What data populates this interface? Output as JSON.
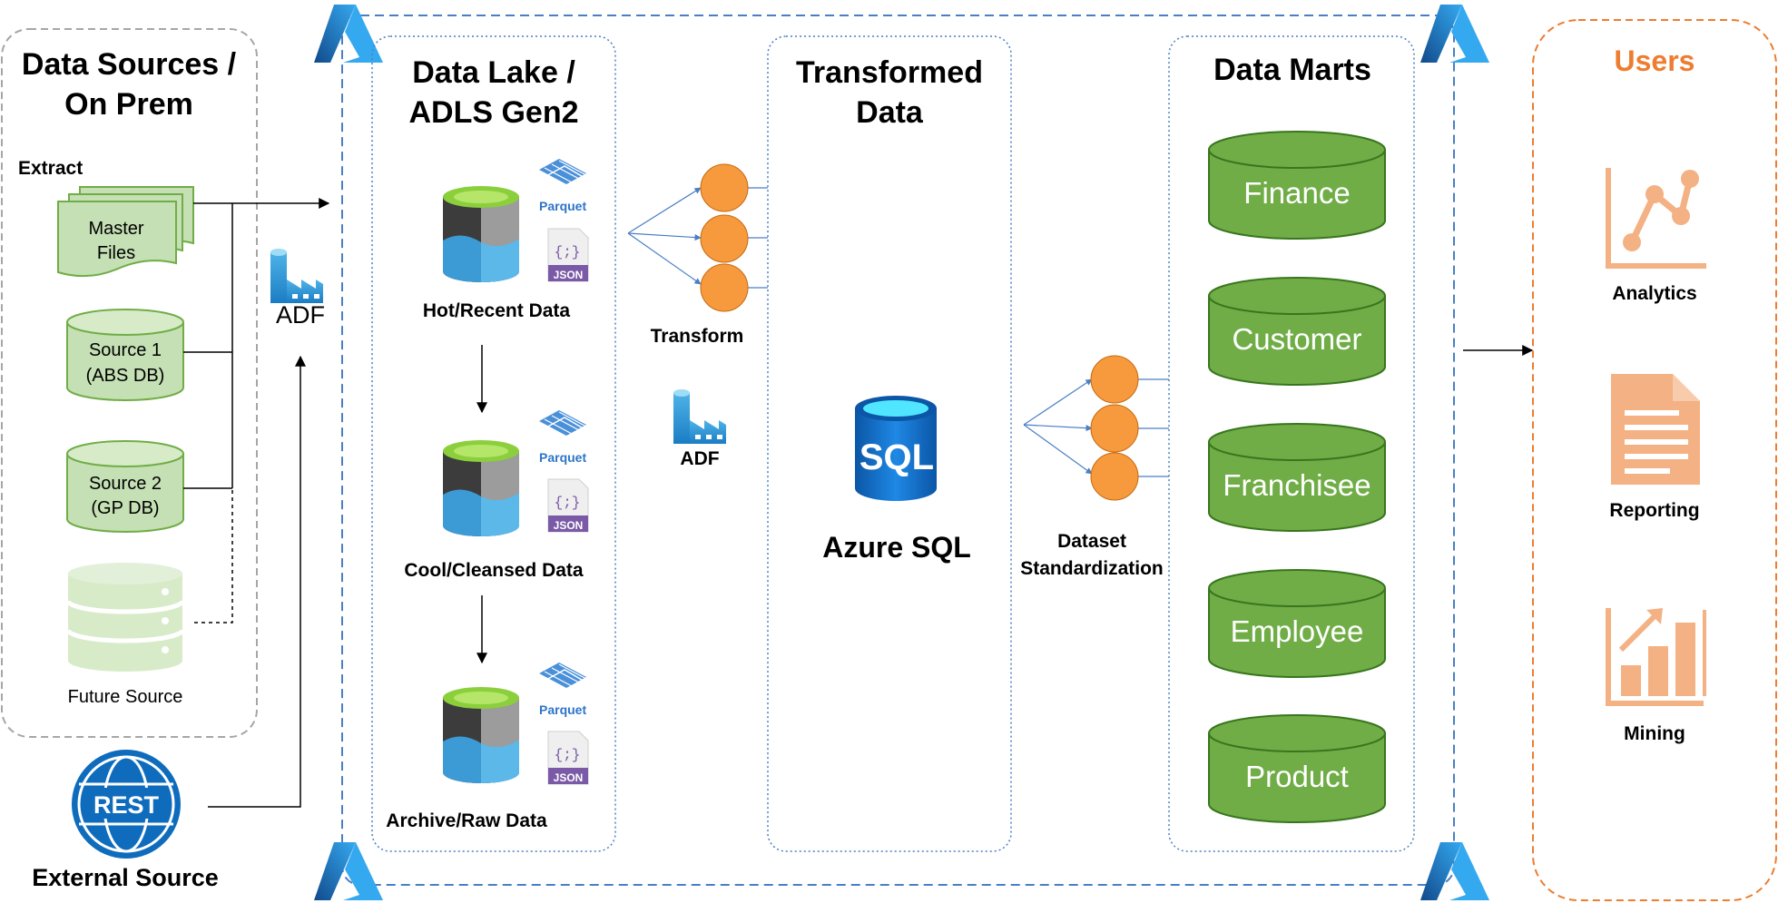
{
  "colors": {
    "azure_blue": "#0078d4",
    "orange": "#ed7d31",
    "user_icon": "#f4b183",
    "node_fill": "#f79a3e",
    "mart_green": "#70ad47",
    "source_green": "#c5e0b4",
    "source_border": "#70ad47",
    "panel_gray": "#a6a6a6"
  },
  "sources": {
    "title_line1": "Data Sources /",
    "title_line2": "On Prem",
    "extract_label": "Extract",
    "master_files_line1": "Master",
    "master_files_line2": "Files",
    "source1_line1": "Source 1",
    "source1_line2": "(ABS DB)",
    "source2_line1": "Source 2",
    "source2_line2": "(GP DB)",
    "future_label": "Future Source",
    "external_label": "External Source",
    "rest_label": "REST",
    "adf_label": "ADF"
  },
  "lake": {
    "title_line1": "Data Lake /",
    "title_line2": "ADLS Gen2",
    "tiers": [
      {
        "label": "Hot/Recent Data"
      },
      {
        "label": "Cool/Cleansed Data"
      },
      {
        "label": "Archive/Raw Data"
      }
    ],
    "parquet_label": "Parquet",
    "json_label": "JSON",
    "json_glyph": "{;}"
  },
  "transform": {
    "label": "Transform",
    "adf_label": "ADF"
  },
  "transformed": {
    "title_line1": "Transformed",
    "title_line2": "Data",
    "sql_badge": "SQL",
    "sql_label": "Azure SQL"
  },
  "standardization": {
    "line1": "Dataset",
    "line2": "Standardization"
  },
  "marts": {
    "title": "Data Marts",
    "items": [
      "Finance",
      "Customer",
      "Franchisee",
      "Employee",
      "Product"
    ]
  },
  "users": {
    "title": "Users",
    "items": [
      {
        "label": "Analytics",
        "icon": "analytics-icon"
      },
      {
        "label": "Reporting",
        "icon": "reporting-icon"
      },
      {
        "label": "Mining",
        "icon": "mining-icon"
      }
    ]
  }
}
